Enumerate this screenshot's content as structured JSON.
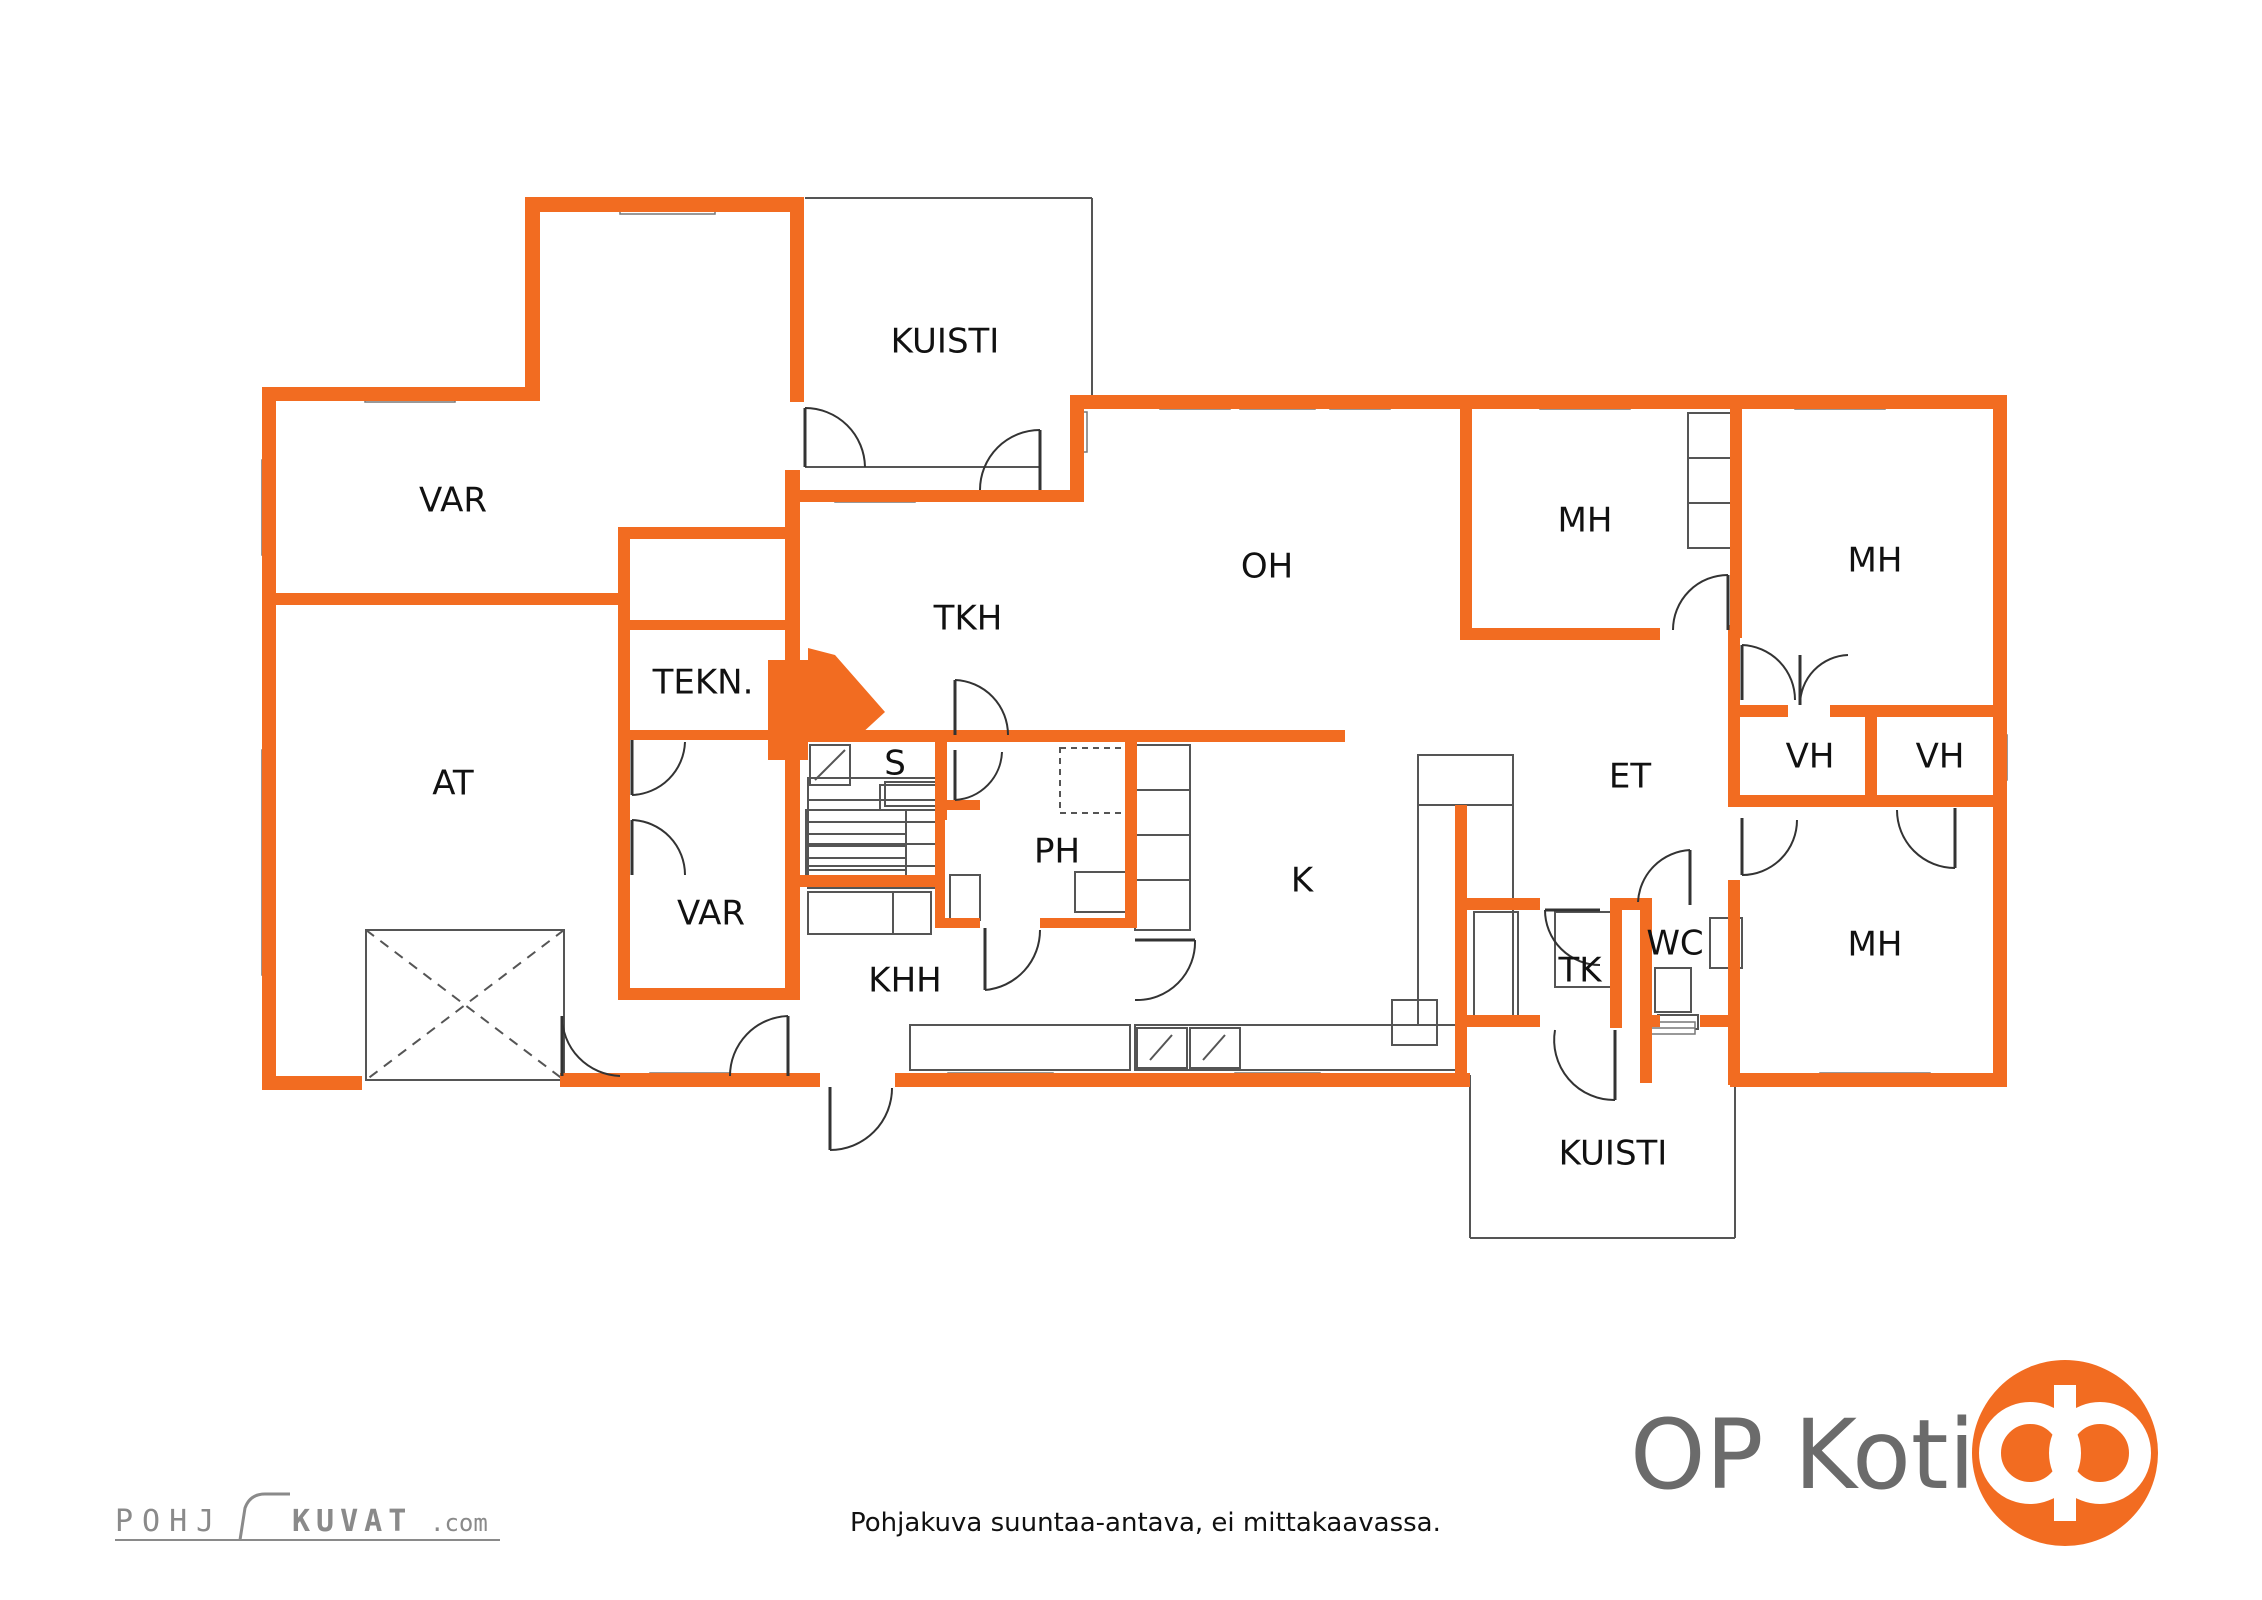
{
  "rooms": {
    "var_top": "VAR",
    "kuisti_top": "KUISTI",
    "oh": "OH",
    "mh_1": "MH",
    "mh_2": "MH",
    "tkh": "TKH",
    "tekn": "TEKN.",
    "at": "AT",
    "s": "S",
    "et": "ET",
    "vh_1": "VH",
    "vh_2": "VH",
    "ph": "PH",
    "k": "K",
    "var_small": "VAR",
    "wc": "WC",
    "tk": "TK",
    "mh_3": "MH",
    "khh": "KHH",
    "kuisti_bottom": "KUISTI"
  },
  "brand": {
    "name": "OP Koti",
    "logo_icon": "op-logo-icon",
    "color": "#F26C21"
  },
  "disclaimer": "Pohjakuva suuntaa-antava, ei mittakaavassa.",
  "watermark": {
    "left": "POHJ",
    "right": "KUVAT",
    "suffix": ".com"
  },
  "colors": {
    "wall": "#F26C21",
    "text": "#111111",
    "brand_text": "#6b6b6b"
  }
}
